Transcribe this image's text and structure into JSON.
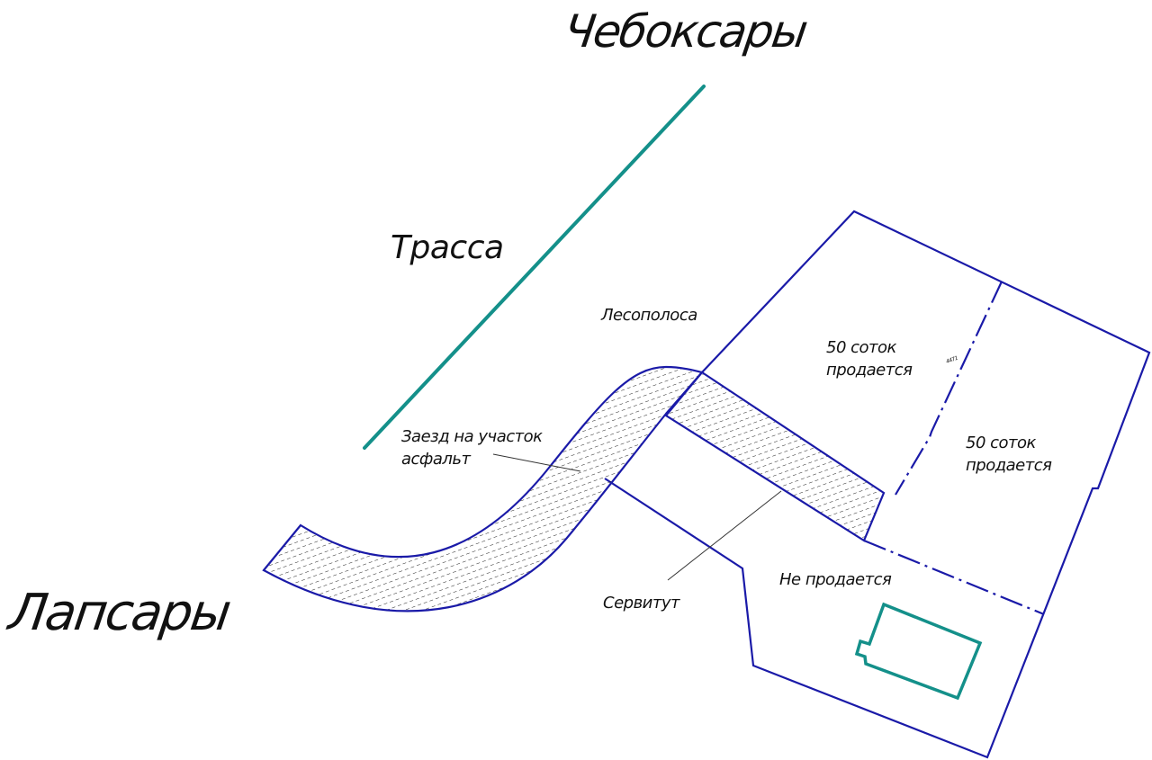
{
  "labels": {
    "city_north": "Чебоксары",
    "city_west": "Лапсары",
    "highway": "Трасса",
    "forest_strip": "Лесополоса",
    "access_road_line1": "Заезд на участок",
    "access_road_line2": "асфальт",
    "plot_a_line1": "50 соток",
    "plot_a_line2": "продается",
    "plot_b_line1": "50 соток",
    "plot_b_line2": "продается",
    "not_for_sale": "Не продается",
    "servitude": "Сервитут",
    "marker": "4471"
  },
  "colors": {
    "boundary": "#1a1aa8",
    "highway": "#14908a",
    "building": "#14908a",
    "hatch": "#222222",
    "text": "#111111"
  }
}
